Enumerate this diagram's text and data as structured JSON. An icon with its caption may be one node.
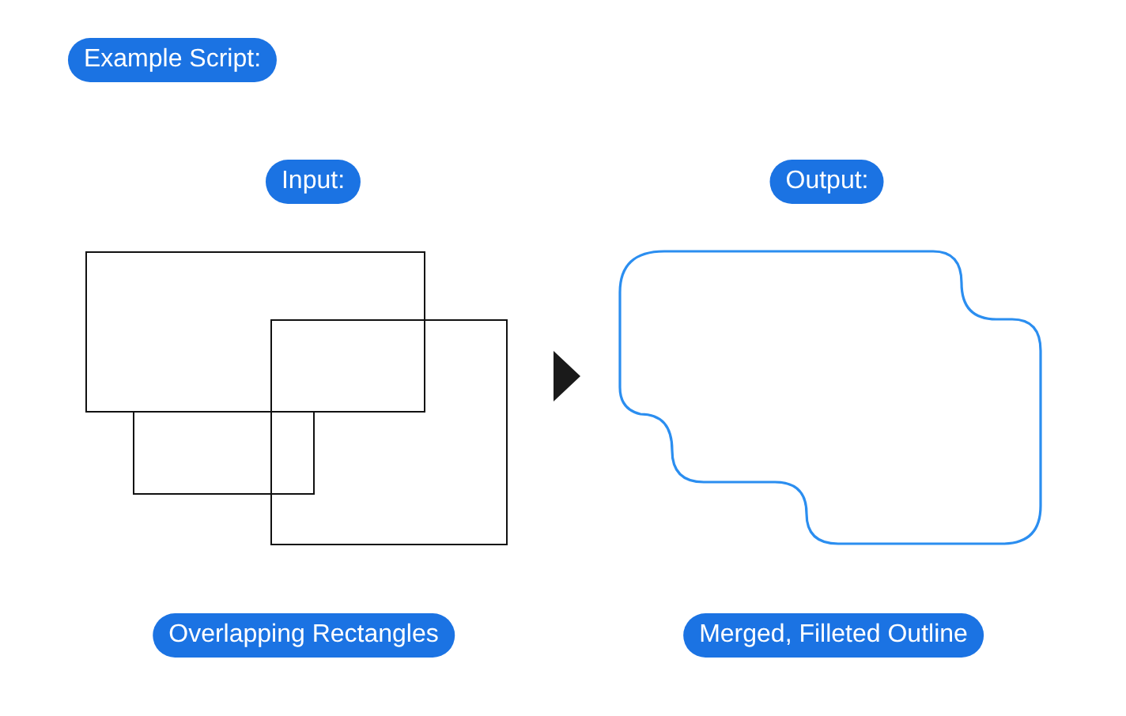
{
  "diagram": {
    "title": "Example Script:",
    "nodes": [
      {
        "text": [
          "Input:"
        ],
        "beside": [
          "Overlapping Rectangles"
        ]
      },
      {
        "text": [
          "Output:"
        ],
        "beside": [
          "Merged, Filleted Outline"
        ]
      }
    ],
    "edges": [
      {
        "from": 0,
        "to": 1,
        "arrow": "to"
      }
    ]
  }
}
